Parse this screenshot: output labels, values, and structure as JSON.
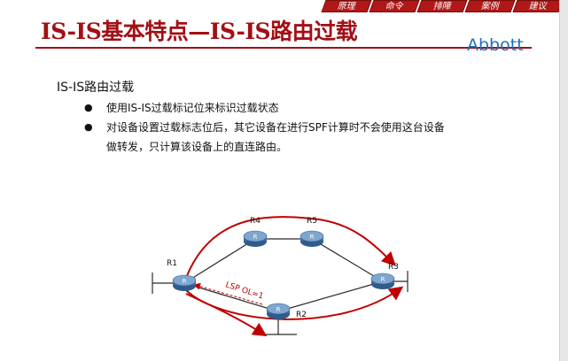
{
  "nav": {
    "tabs": [
      {
        "label": "原理"
      },
      {
        "label": "命令"
      },
      {
        "label": "排障"
      },
      {
        "label": "案例"
      },
      {
        "label": "建议"
      }
    ]
  },
  "header": {
    "title": "IS-IS基本特点—IS-IS路由过载",
    "author": "Abbott"
  },
  "content": {
    "subtitle": "IS-IS路由过载",
    "bullets": [
      "使用IS-IS过载标记位来标识过载状态",
      "对设备设置过载标志位后，其它设备在进行SPF计算时不会使用这台设备",
      "做转发，只计算该设备上的直连路由。"
    ]
  },
  "diagram": {
    "routers": [
      {
        "label": "R1",
        "glyph": "R"
      },
      {
        "label": "R4",
        "glyph": "R"
      },
      {
        "label": "R5",
        "glyph": "R"
      },
      {
        "label": "R3",
        "glyph": "R"
      },
      {
        "label": "R2",
        "glyph": "R"
      }
    ],
    "lsp_label": "LSP OL=1",
    "colors": {
      "path": "#c00000",
      "router": "#3e6fa0",
      "link": "#2b2b2b"
    }
  }
}
